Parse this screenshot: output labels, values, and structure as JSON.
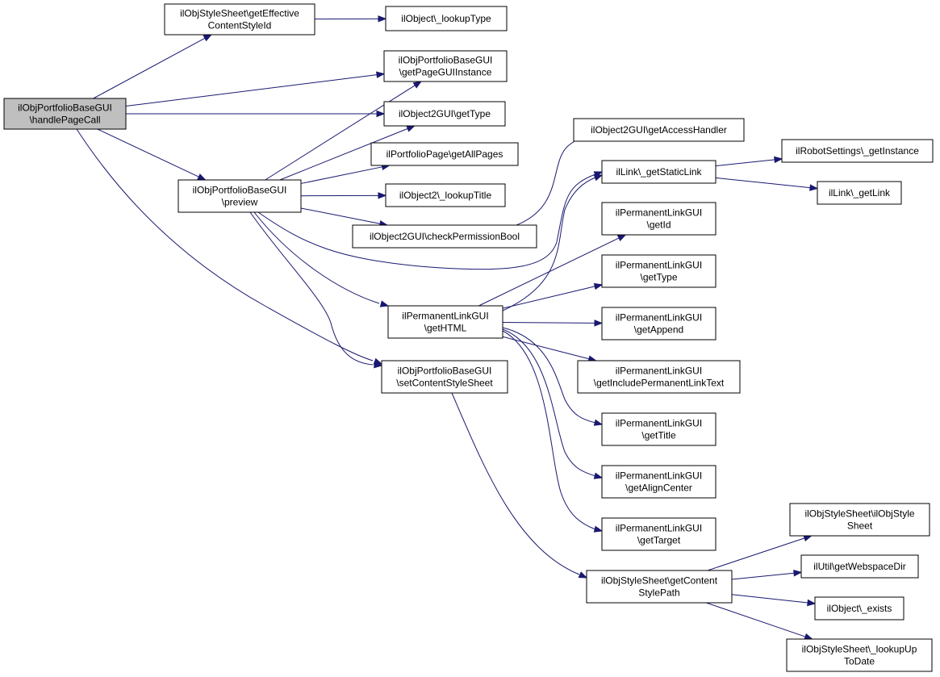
{
  "colors": {
    "edge": "#191970",
    "root_fill": "#bfbfbf",
    "node_fill": "#ffffff",
    "node_stroke": "#000000"
  },
  "nodes": [
    {
      "id": "handlePageCall",
      "lines": [
        "ilObjPortfolioBaseGUI",
        "\\handlePageCall"
      ],
      "root": true
    },
    {
      "id": "getEffectiveContentStyleId",
      "lines": [
        "ilObjStyleSheet\\getEffective",
        "ContentStyleId"
      ]
    },
    {
      "id": "lookupType",
      "lines": [
        "ilObject\\_lookupType"
      ]
    },
    {
      "id": "getPageGUIInstance",
      "lines": [
        "ilObjPortfolioBaseGUI",
        "\\getPageGUIInstance"
      ]
    },
    {
      "id": "getType2GUI",
      "lines": [
        "ilObject2GUI\\getType"
      ]
    },
    {
      "id": "preview",
      "lines": [
        "ilObjPortfolioBaseGUI",
        "\\preview"
      ]
    },
    {
      "id": "getAllPages",
      "lines": [
        "ilPortfolioPage\\getAllPages"
      ]
    },
    {
      "id": "lookupTitle",
      "lines": [
        "ilObject2\\_lookupTitle"
      ]
    },
    {
      "id": "checkPermissionBool",
      "lines": [
        "ilObject2GUI\\checkPermissionBool"
      ]
    },
    {
      "id": "getAccessHandler",
      "lines": [
        "ilObject2GUI\\getAccessHandler"
      ]
    },
    {
      "id": "getStaticLink",
      "lines": [
        "ilLink\\_getStaticLink"
      ]
    },
    {
      "id": "getInstance",
      "lines": [
        "ilRobotSettings\\_getInstance"
      ]
    },
    {
      "id": "getLink",
      "lines": [
        "ilLink\\_getLink"
      ]
    },
    {
      "id": "getHTML",
      "lines": [
        "ilPermanentLinkGUI",
        "\\getHTML"
      ]
    },
    {
      "id": "setContentStyleSheet",
      "lines": [
        "ilObjPortfolioBaseGUI",
        "\\setContentStyleSheet"
      ]
    },
    {
      "id": "getId",
      "lines": [
        "ilPermanentLinkGUI",
        "\\getId"
      ]
    },
    {
      "id": "getTypePL",
      "lines": [
        "ilPermanentLinkGUI",
        "\\getType"
      ]
    },
    {
      "id": "getAppend",
      "lines": [
        "ilPermanentLinkGUI",
        "\\getAppend"
      ]
    },
    {
      "id": "getIncludePermanentLinkText",
      "lines": [
        "ilPermanentLinkGUI",
        "\\getIncludePermanentLinkText"
      ]
    },
    {
      "id": "getTitle",
      "lines": [
        "ilPermanentLinkGUI",
        "\\getTitle"
      ]
    },
    {
      "id": "getAlignCenter",
      "lines": [
        "ilPermanentLinkGUI",
        "\\getAlignCenter"
      ]
    },
    {
      "id": "getTarget",
      "lines": [
        "ilPermanentLinkGUI",
        "\\getTarget"
      ]
    },
    {
      "id": "ilObjStyleSheetCtor",
      "lines": [
        "ilObjStyleSheet\\ilObjStyle",
        "Sheet"
      ]
    },
    {
      "id": "getContentStylePath",
      "lines": [
        "ilObjStyleSheet\\getContent",
        "StylePath"
      ]
    },
    {
      "id": "getWebspaceDir",
      "lines": [
        "ilUtil\\getWebspaceDir"
      ]
    },
    {
      "id": "exists",
      "lines": [
        "ilObject\\_exists"
      ]
    },
    {
      "id": "lookupUpToDate",
      "lines": [
        "ilObjStyleSheet\\_lookupUp",
        "ToDate"
      ]
    }
  ],
  "edges": [
    [
      "handlePageCall",
      "getEffectiveContentStyleId"
    ],
    [
      "handlePageCall",
      "getPageGUIInstance"
    ],
    [
      "handlePageCall",
      "getType2GUI"
    ],
    [
      "handlePageCall",
      "preview"
    ],
    [
      "handlePageCall",
      "setContentStyleSheet"
    ],
    [
      "getEffectiveContentStyleId",
      "lookupType"
    ],
    [
      "preview",
      "getPageGUIInstance"
    ],
    [
      "preview",
      "getType2GUI"
    ],
    [
      "preview",
      "getAllPages"
    ],
    [
      "preview",
      "lookupTitle"
    ],
    [
      "preview",
      "checkPermissionBool"
    ],
    [
      "preview",
      "getStaticLink"
    ],
    [
      "preview",
      "getHTML"
    ],
    [
      "preview",
      "setContentStyleSheet"
    ],
    [
      "checkPermissionBool",
      "getAccessHandler"
    ],
    [
      "getStaticLink",
      "getInstance"
    ],
    [
      "getStaticLink",
      "getLink"
    ],
    [
      "getHTML",
      "getStaticLink"
    ],
    [
      "getHTML",
      "getId"
    ],
    [
      "getHTML",
      "getTypePL"
    ],
    [
      "getHTML",
      "getAppend"
    ],
    [
      "getHTML",
      "getIncludePermanentLinkText"
    ],
    [
      "getHTML",
      "getTitle"
    ],
    [
      "getHTML",
      "getAlignCenter"
    ],
    [
      "getHTML",
      "getTarget"
    ],
    [
      "setContentStyleSheet",
      "getContentStylePath"
    ],
    [
      "getContentStylePath",
      "ilObjStyleSheetCtor"
    ],
    [
      "getContentStylePath",
      "getWebspaceDir"
    ],
    [
      "getContentStylePath",
      "exists"
    ],
    [
      "getContentStylePath",
      "lookupUpToDate"
    ]
  ]
}
